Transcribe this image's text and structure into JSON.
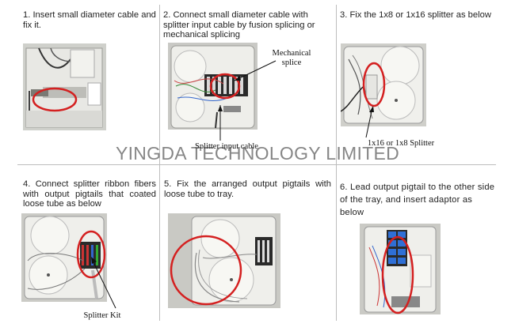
{
  "steps": [
    {
      "text": "1. Insert small diameter cable and fix it."
    },
    {
      "text": "2. Connect small diameter cable with splitter input cable by fusion splicing or mechanical splicing"
    },
    {
      "text": "3. Fix the 1x8 or 1x16 splitter as below"
    },
    {
      "text": "4. Connect splitter ribbon fibers with output pigtails that coated loose tube as below"
    },
    {
      "text": "5. Fix the arranged output pigtails with loose tube to tray."
    },
    {
      "text": "6. Lead output pigtail to the other side of the tray, and insert adaptor as below"
    }
  ],
  "callouts": {
    "mechanical_splice": "Mechanical splice",
    "splitter_input_cable": "Splitter input cable",
    "splitter_type": "1x16 or 1x8 Splitter",
    "splitter_kit": "Splitter Kit"
  },
  "watermark": "YINGDA TECHNOLOGY LIMITED",
  "colors": {
    "highlight": "#d42020",
    "divider": "#bdbdbd"
  }
}
